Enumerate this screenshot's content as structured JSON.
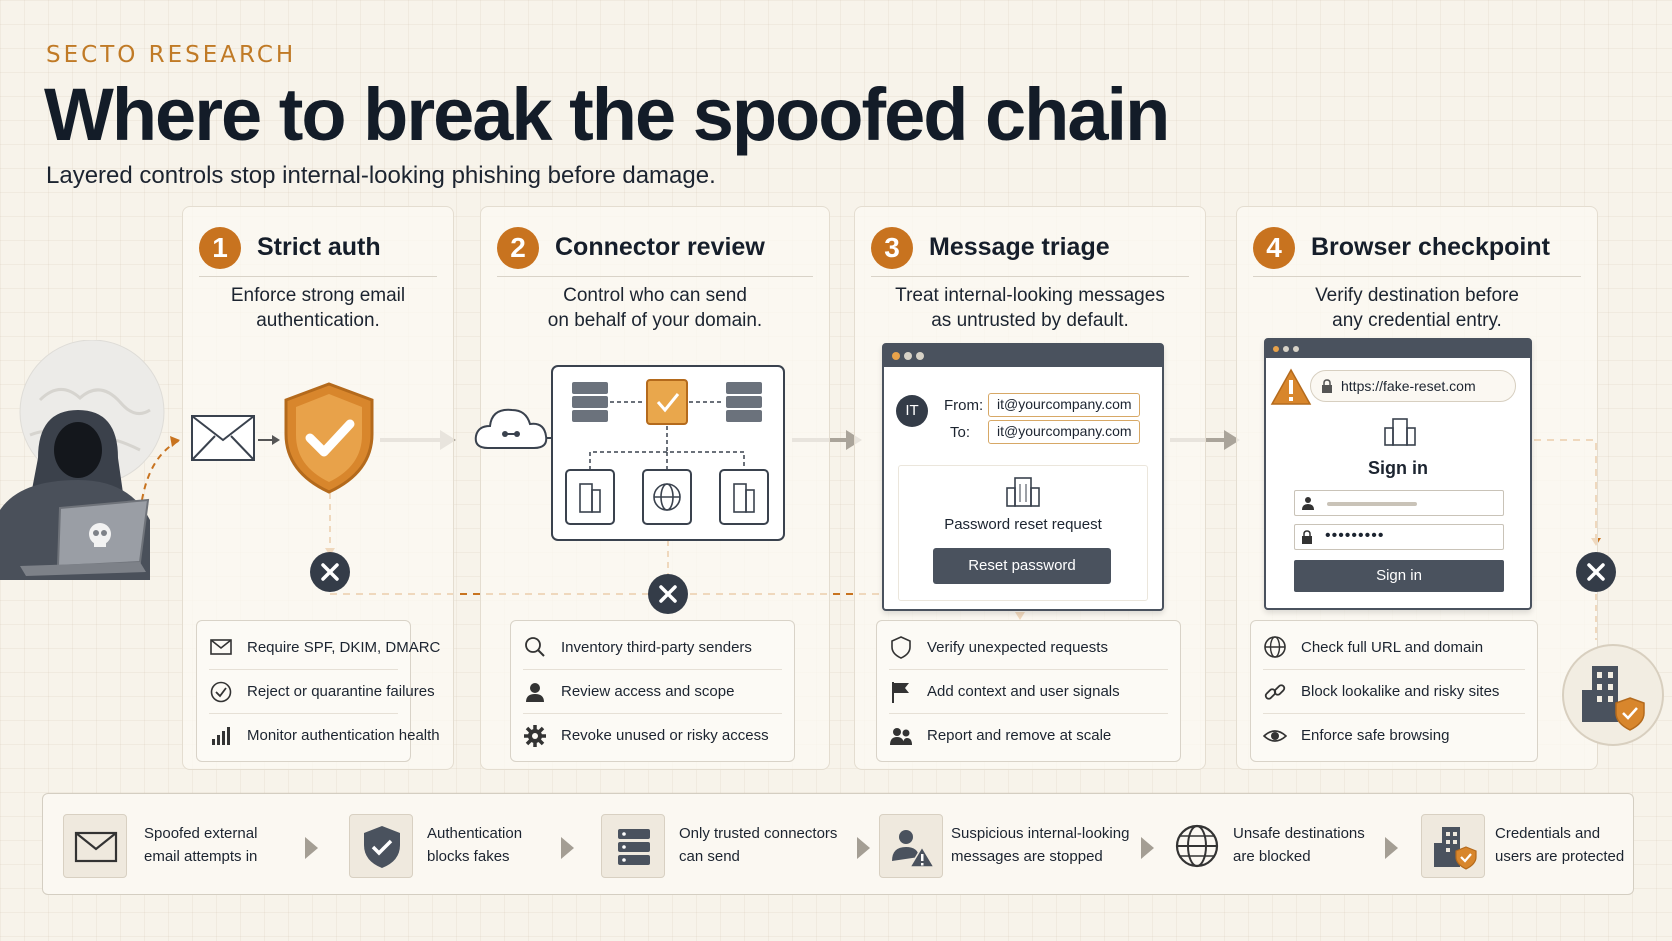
{
  "header": {
    "eyebrow": "SECTO RESEARCH",
    "title": "Where to break the spoofed chain",
    "subtitle": "Layered controls stop internal-looking phishing before damage."
  },
  "steps": [
    {
      "number": "1",
      "title": "Strict auth",
      "description": "Enforce strong email\nauthentication.",
      "items": [
        {
          "icon": "envelope-icon",
          "label": "Require SPF, DKIM, DMARC"
        },
        {
          "icon": "check-circle-icon",
          "label": "Reject or quarantine failures"
        },
        {
          "icon": "bar-chart-icon",
          "label": "Monitor authentication health"
        }
      ]
    },
    {
      "number": "2",
      "title": "Connector review",
      "description": "Control who can send\non behalf of your domain.",
      "items": [
        {
          "icon": "search-icon",
          "label": "Inventory third-party senders"
        },
        {
          "icon": "user-icon",
          "label": "Review access and scope"
        },
        {
          "icon": "gear-icon",
          "label": "Revoke unused or risky access"
        }
      ]
    },
    {
      "number": "3",
      "title": "Message triage",
      "description": "Treat internal-looking messages\nas untrusted by default.",
      "items": [
        {
          "icon": "shield-icon",
          "label": "Verify unexpected requests"
        },
        {
          "icon": "flag-icon",
          "label": "Add context and user signals"
        },
        {
          "icon": "users-icon",
          "label": "Report and remove at scale"
        }
      ]
    },
    {
      "number": "4",
      "title": "Browser checkpoint",
      "description": "Verify destination before\nany credential entry.",
      "items": [
        {
          "icon": "globe-icon",
          "label": "Check full URL and domain"
        },
        {
          "icon": "link-icon",
          "label": "Block lookalike and risky sites"
        },
        {
          "icon": "eye-icon",
          "label": "Enforce safe browsing"
        }
      ]
    }
  ],
  "email_mock": {
    "avatar": "IT",
    "from_label": "From:",
    "from_value": "it@yourcompany.com",
    "to_label": "To:",
    "to_value": "it@yourcompany.com",
    "body_title": "Password reset request",
    "button_label": "Reset password"
  },
  "browser_mock": {
    "url": "https://fake-reset.com",
    "heading": "Sign in",
    "password_mask": "•••••••••",
    "button_label": "Sign in"
  },
  "flow": [
    {
      "icon": "envelope-icon",
      "text": "Spoofed external\nemail attempts in"
    },
    {
      "icon": "shield-check-icon",
      "text": "Authentication\nblocks fakes"
    },
    {
      "icon": "server-icon",
      "text": "Only trusted connectors\ncan send"
    },
    {
      "icon": "user-warning-icon",
      "text": "Suspicious internal-looking\nmessages are stopped"
    },
    {
      "icon": "globe-icon",
      "text": "Unsafe destinations\nare blocked"
    },
    {
      "icon": "building-shield-icon",
      "text": "Credentials and\nusers are protected"
    }
  ],
  "colors": {
    "accent": "#c8731f",
    "dark": "#343c48",
    "background": "#f7f3ea"
  }
}
